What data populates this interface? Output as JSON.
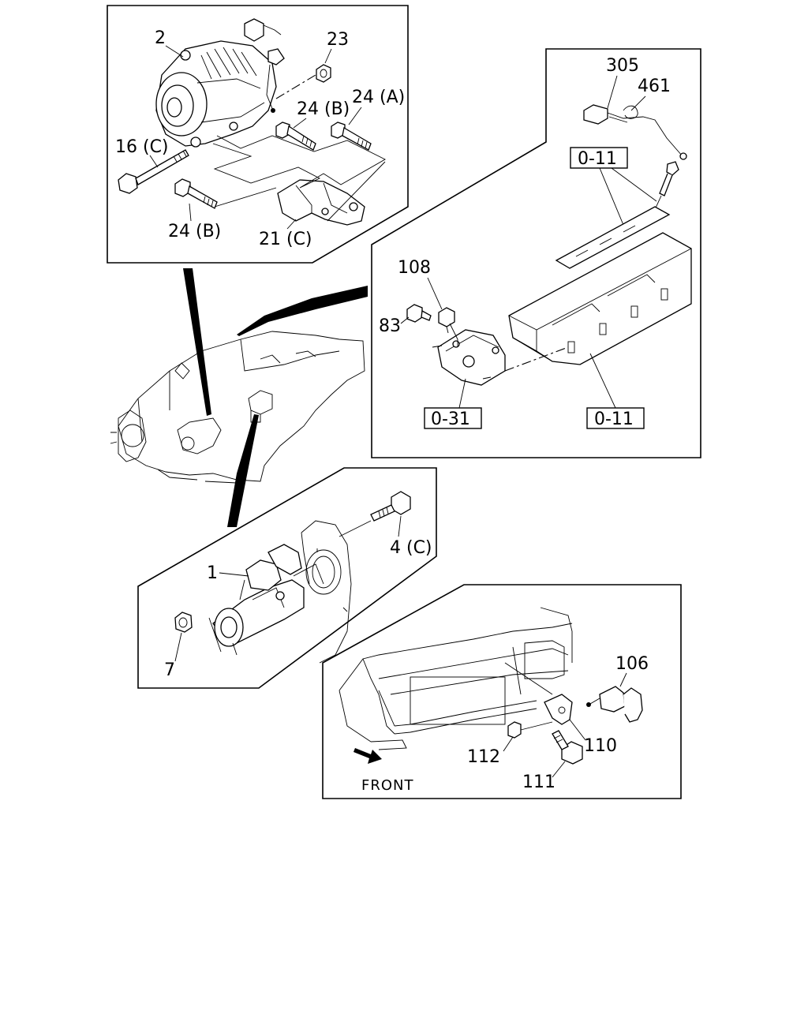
{
  "labels": {
    "alt_2": "2",
    "nut_23": "23",
    "bolt_24b_top": "24 (B)",
    "bolt_24a": "24 (A)",
    "bolt_16c": "16 (C)",
    "bolt_24b_bottom": "24 (B)",
    "bracket_21c": "21 (C)",
    "harness_305": "305",
    "sensor_461": "461",
    "ref_0_11_top": "0-11",
    "switch_108": "108",
    "plug_83": "83",
    "ref_0_31": "0-31",
    "ref_0_11_bottom": "0-11",
    "bolt_4c": "4 (C)",
    "starter_1": "1",
    "nut_7": "7",
    "horn_106": "106",
    "bracket_110": "110",
    "nut_112": "112",
    "bolt_111": "111",
    "front": "FRONT"
  }
}
